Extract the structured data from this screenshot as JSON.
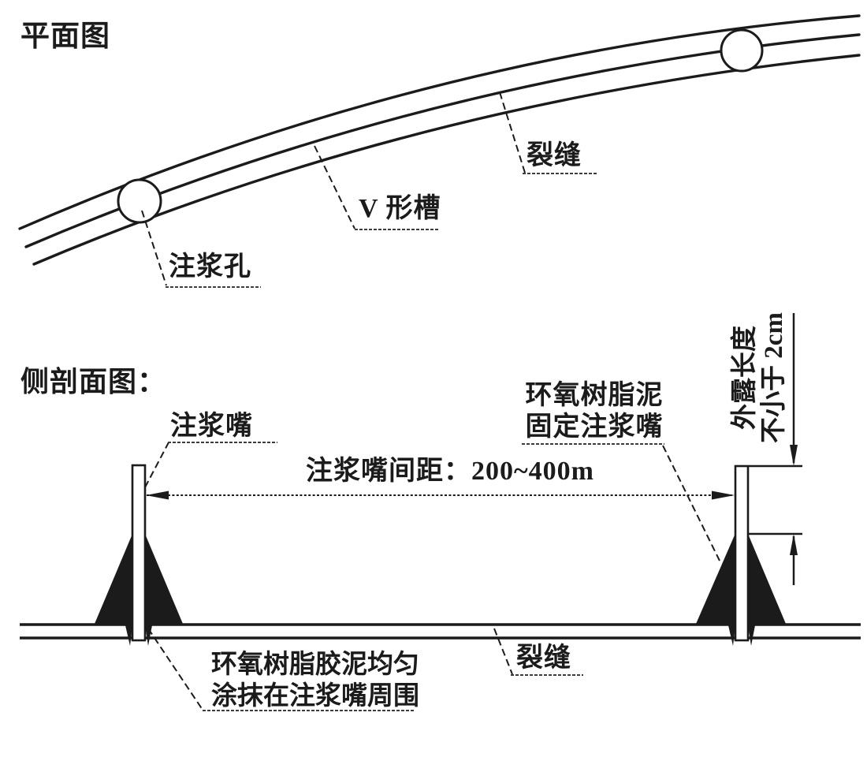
{
  "colors": {
    "background": "#ffffff",
    "ink": "#1b1b1b",
    "underline": "#3c3c3c"
  },
  "plan_view": {
    "title": "平面图",
    "labels": {
      "crack": "裂缝",
      "v_groove": "V 形槽",
      "grout_hole": "注浆孔"
    }
  },
  "section_view": {
    "title": "侧剖面图：",
    "labels": {
      "nozzle": "注浆嘴",
      "nozzle_spacing": "注浆嘴间距：200~400m",
      "epoxy_fix_line1": "环氧树脂泥",
      "epoxy_fix_line2": "固定注浆嘴",
      "exposed_length_line1": "外露长度",
      "exposed_length_line2": "不小于 2cm",
      "epoxy_spread_line1": "环氧树脂胶泥均匀",
      "epoxy_spread_line2": "涂抹在注浆嘴周围",
      "crack": "裂缝"
    }
  }
}
